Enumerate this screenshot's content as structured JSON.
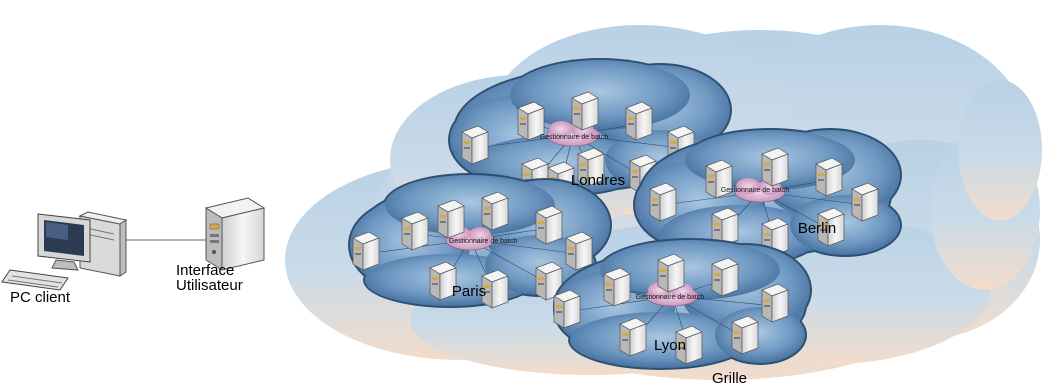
{
  "diagram": {
    "client_label": "PC client",
    "interface_label": "Interface\nUtilisateur",
    "grid_label": "Grille",
    "manager_label": "Gestionnaire de batch",
    "clusters": [
      {
        "name": "Londres"
      },
      {
        "name": "Berlin"
      },
      {
        "name": "Paris"
      },
      {
        "name": "Lyon"
      }
    ]
  },
  "colors": {
    "cloud_blue": "#9fc0dd",
    "cloud_peach": "#f1d8c4",
    "cluster_blue": "#4f7fb0",
    "manager_pink": "#c98fb8",
    "server_face": "#e9e9e9"
  },
  "icons": [
    "desktop-pc-icon",
    "tower-server-icon",
    "server-icon",
    "cloud-icon"
  ]
}
